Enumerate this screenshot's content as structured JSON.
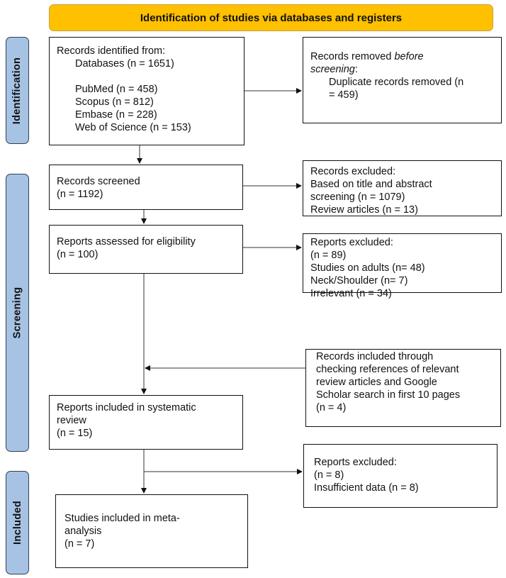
{
  "banner": {
    "title": "Identification of studies via databases and registers",
    "color": "#FFC000"
  },
  "side_labels": {
    "identification": "Identification",
    "screening": "Screening",
    "included": "Included",
    "color": "#A7C3E4"
  },
  "boxes": {
    "identified": {
      "heading": "Records identified from:",
      "databases": "Databases (n = 1651)",
      "sources": [
        "PubMed (n = 458)",
        "Scopus (n = 812)",
        "Embase (n = 228)",
        "Web of Science (n = 153)"
      ]
    },
    "removed": {
      "line1_prefix": "Records removed ",
      "line1_italic": "before",
      "line2_italic": "screening",
      "line2_suffix": ":",
      "detail1": "Duplicate records removed (n",
      "detail2": "= 459)"
    },
    "screened": {
      "lines": [
        "Records screened",
        "(n = 1192)"
      ]
    },
    "excluded_records": {
      "lines": [
        "Records excluded:",
        "Based on title and abstract",
        "screening (n = 1079)",
        "Review articles (n = 13)"
      ]
    },
    "assessed": {
      "lines": [
        "Reports assessed for eligibility",
        "(n = 100)"
      ]
    },
    "excluded_reports": {
      "lines": [
        "Reports excluded:",
        "(n = 89)",
        "Studies on adults (n= 48)",
        "Neck/Shoulder (n= 7)",
        "Irrelevant (n = 34)"
      ]
    },
    "other_sources": {
      "lines": [
        "Records included through",
        "checking references of relevant",
        "review articles and Google",
        "Scholar search in first 10 pages",
        "(n = 4)"
      ]
    },
    "systematic": {
      "lines": [
        "Reports included in systematic",
        "review",
        "(n = 15)"
      ]
    },
    "excluded_final": {
      "lines": [
        "Reports excluded:",
        "(n = 8)",
        "Insufficient data (n = 8)"
      ]
    },
    "meta": {
      "lines": [
        "Studies included in meta-",
        "analysis",
        "(n = 7)"
      ]
    }
  }
}
